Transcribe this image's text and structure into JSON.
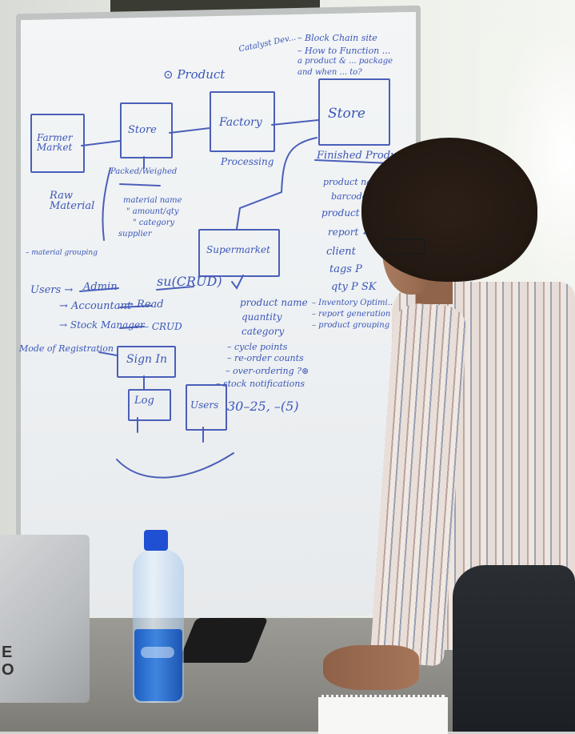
{
  "whiteboard": {
    "title": "⊙ Product",
    "title_note": "Catalyst Dev...",
    "top_right_notes": [
      "– Block Chain site",
      "– How to Function ... ",
      "  a product & ... package",
      "  and when ... to?"
    ],
    "flow_boxes": [
      "Farmer Market",
      "Store",
      "Factory",
      "Store",
      "Supermarket"
    ],
    "flow_labels": [
      "Packed/Weighed",
      "Processing"
    ],
    "raw_material": "Raw Material",
    "raw_notes": [
      "material name",
      "\" amount/qty",
      "\" category",
      "supplier"
    ],
    "material_grouping": "– material grouping",
    "finished_product": "Finished Product",
    "finished_list": [
      "product name",
      "barcode",
      "product ca...",
      "report ✓",
      "client",
      "tags P",
      "qty  P  SK"
    ],
    "users_section": {
      "users": "Users →",
      "admin": "Admin",
      "admin_right": "su(CRUD)",
      "accountant": "→ Accountant",
      "accountant_right": "→ Read",
      "stock_manager": "→ Stock Manager",
      "stock_manager_right": "– CRUD"
    },
    "mode_of_registration": "Mode of Registration",
    "sign_in": "Sign In",
    "small_box_1": "Log",
    "small_box_2": "Users",
    "range_note": "30–25, –(5)",
    "product_fields": [
      "product name",
      "quantity",
      "category"
    ],
    "product_bullets": [
      "– cycle points",
      "– re-order counts",
      "– over-ordering ?⊛",
      "– stock notifications"
    ],
    "right_bullets": [
      "– Inventory Optimi...",
      "– report generation",
      "– product grouping"
    ]
  },
  "scene": {
    "laptop_mark": "E\nO"
  }
}
